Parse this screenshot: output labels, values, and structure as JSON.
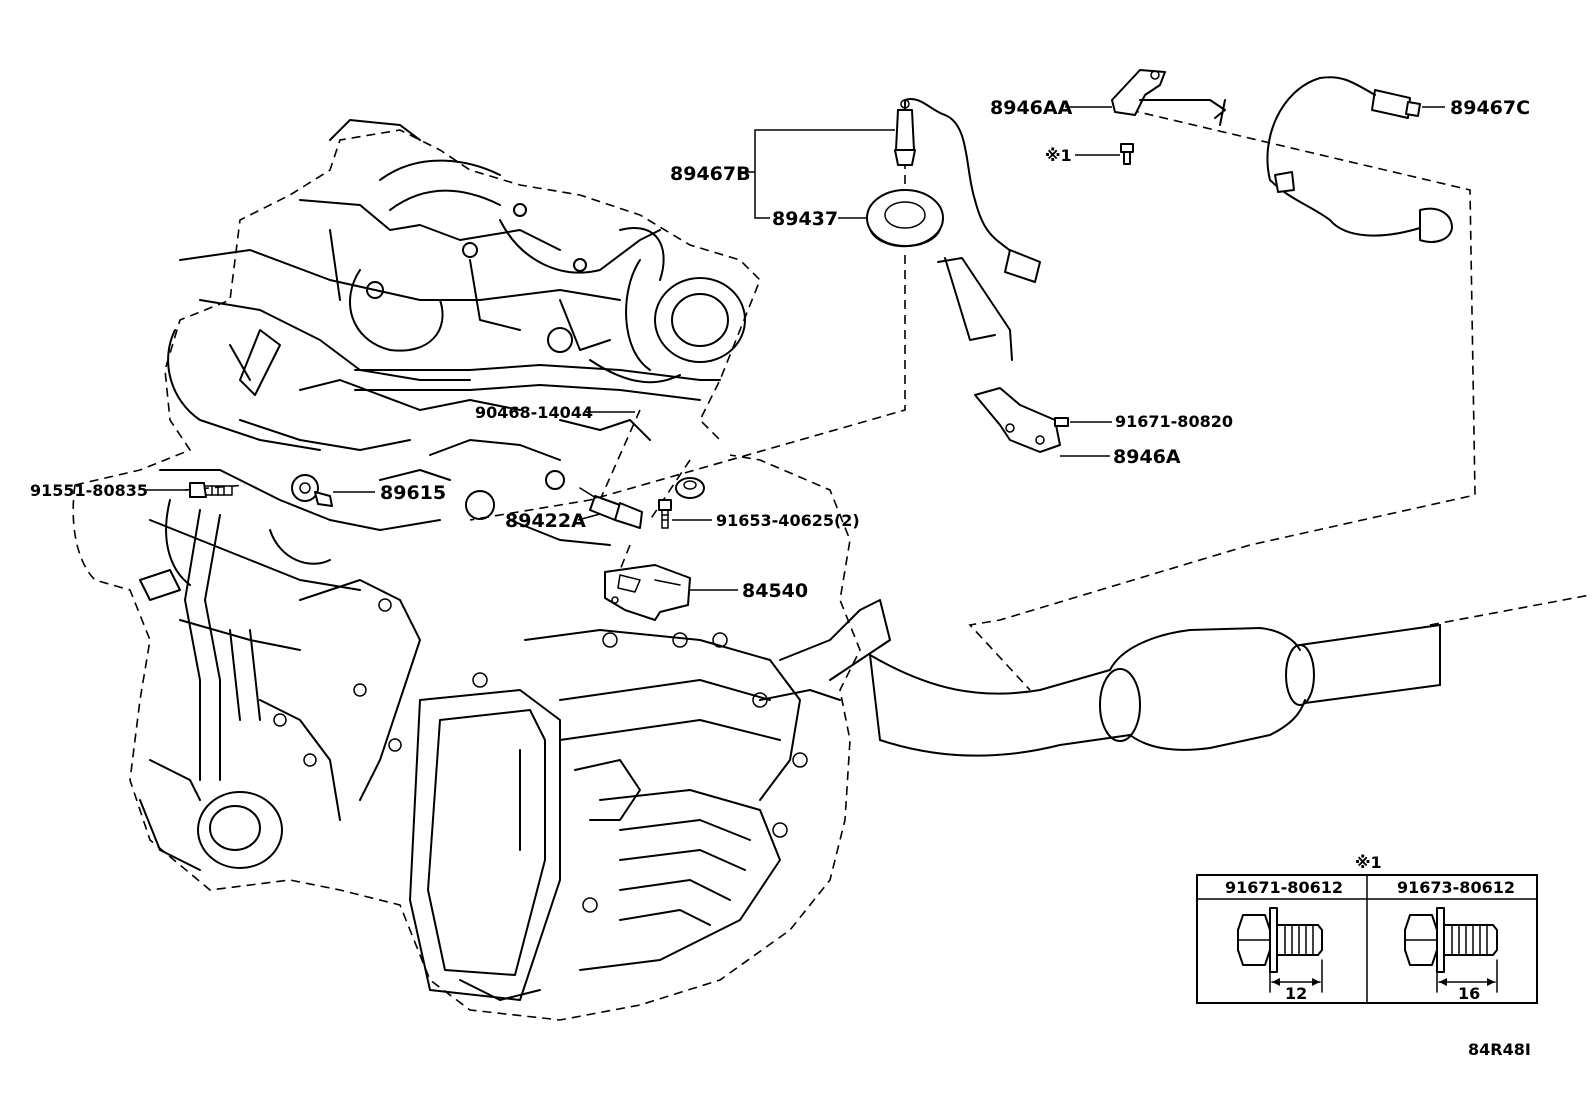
{
  "labels": {
    "p89467C": "89467C",
    "p8946AA": "8946AA",
    "star1_ref": "※1",
    "p89467B": "89467B",
    "p89437": "89437",
    "p90468": "90468-14044",
    "p91671_80820": "91671-80820",
    "p8946A": "8946A",
    "p91551": "91551-80835",
    "p89615": "89615",
    "p89422A": "89422A",
    "p91653": "91653-40625(2)",
    "p84540": "84540"
  },
  "legend": {
    "title": "※1",
    "col1_part": "91671-80612",
    "col1_dim": "12",
    "col2_part": "91673-80612",
    "col2_dim": "16"
  },
  "figure_code": "84R48I"
}
